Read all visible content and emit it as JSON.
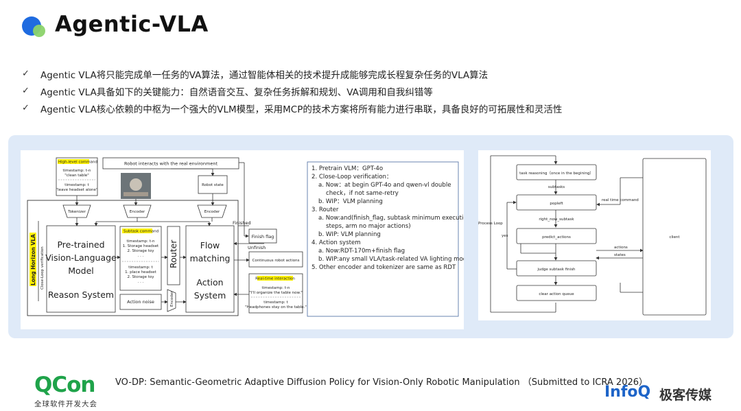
{
  "header": {
    "title": "Agentic-VLA"
  },
  "bullets": [
    "Agentic VLA将只能完成单一任务的VA算法，通过智能体相关的技术提升成能够完成长程复杂任务的VLA算法",
    "Agentic VLA具备如下的关键能力：自然语音交互、复杂任务拆解和规划、VA调用和自我纠错等",
    "Agentic VLA核心依赖的中枢为一个强大的VLM模型，采用MCP的技术方案将所有能力进行串联，具备良好的可拓展性和灵活性"
  ],
  "bullet_mark": "✓",
  "left_diagram": {
    "high_level_box": {
      "title": "High-level command",
      "line1": "timestamp: t-n",
      "line2": "\"clean table\"",
      "line3": "timestamp: t",
      "line4": "\"leave headset alone\""
    },
    "robot_env": "Robot interacts with the real environment",
    "robot_state": "Robot state",
    "tokenizer": "Tokenizer",
    "encoder": "Encoder",
    "finished": "Finished",
    "unfinish": "Unfinish",
    "long_horizon": "Long Horizon VLA",
    "close_loop": "Close-Loop verification",
    "vlm_line1": "Pre-trained",
    "vlm_line2": "Vision-Language",
    "vlm_line3": "Model",
    "reason_system": "Reason System",
    "subtask_box": {
      "title": "Subtask command",
      "line1": "timestamp: t-n",
      "line2": "1. Storage headset",
      "line3": "2. Storage toy",
      "line4": "timestamp: t",
      "line5": "1. place headset",
      "line6": "2. Storage toy"
    },
    "ellipsis": "· · ·",
    "action_noise": "Action noise",
    "router": "Router",
    "flow_line1": "Flow",
    "flow_line2": "matching",
    "action_line1": "Action",
    "action_line2": "System",
    "finish_flag": "Finish flag",
    "continuous_actions": "Continuous robot actions",
    "realtime_box": {
      "title": "Real-time interaction",
      "line1": "timestamp: t-n",
      "line2": "\"I'll organize the table now.\"",
      "line3": "timestamp: t",
      "line4": "\"Headphones stay on the table.\""
    }
  },
  "info_box": [
    "1. Pretrain VLM：GPT-4o",
    "2. Close-Loop verification：",
    "a. Now：at begin GPT-4o and qwen-vl double",
    "check，if not same-retry",
    "b. WIP：VLM planning",
    "3. Router",
    "a. Now:and(finish_flag, subtask minimum execution",
    "steps, arm no major actions)",
    "b. WIP: VLM planning",
    "4. Action system",
    "a. Now:RDT-170m+finish flag",
    "b. WIP:any small VLA/task-related VA lighting model",
    "5. Other encoder and tokenizer are same as RDT"
  ],
  "flow_diagram": {
    "task_reasoning": "task reasoning（once in the begining）",
    "subtasks": "subtasks",
    "popleft": "popleft",
    "real_time_command": "real time command",
    "right_now_subtask": "right_now_subtask",
    "process_loop": "Process Loop",
    "yes": "yes",
    "predict_actions": "predict_actions",
    "actions": "actions",
    "states": "states",
    "judge_subtask_finish": "judge subtask finish",
    "clear_action_queue": "clear action queue",
    "client": "client"
  },
  "footer": {
    "qcon": "QCon",
    "qcon_sub": "全球软件开发大会",
    "citation": "VO-DP: Semantic-Geometric Adaptive Diffusion Policy for  Vision-Only Robotic Manipulation  （Submitted to ICRA 2026）",
    "infoq": "InfoQ",
    "jike": "极客传媒"
  },
  "colors": {
    "brand_blue": "#1f6be0",
    "brand_green": "#8bd36a",
    "panel_bg": "#dfeaf8",
    "highlight_yellow": "#fff200",
    "qcon_green": "#1fa34a",
    "infoq_blue": "#1d64c8"
  }
}
